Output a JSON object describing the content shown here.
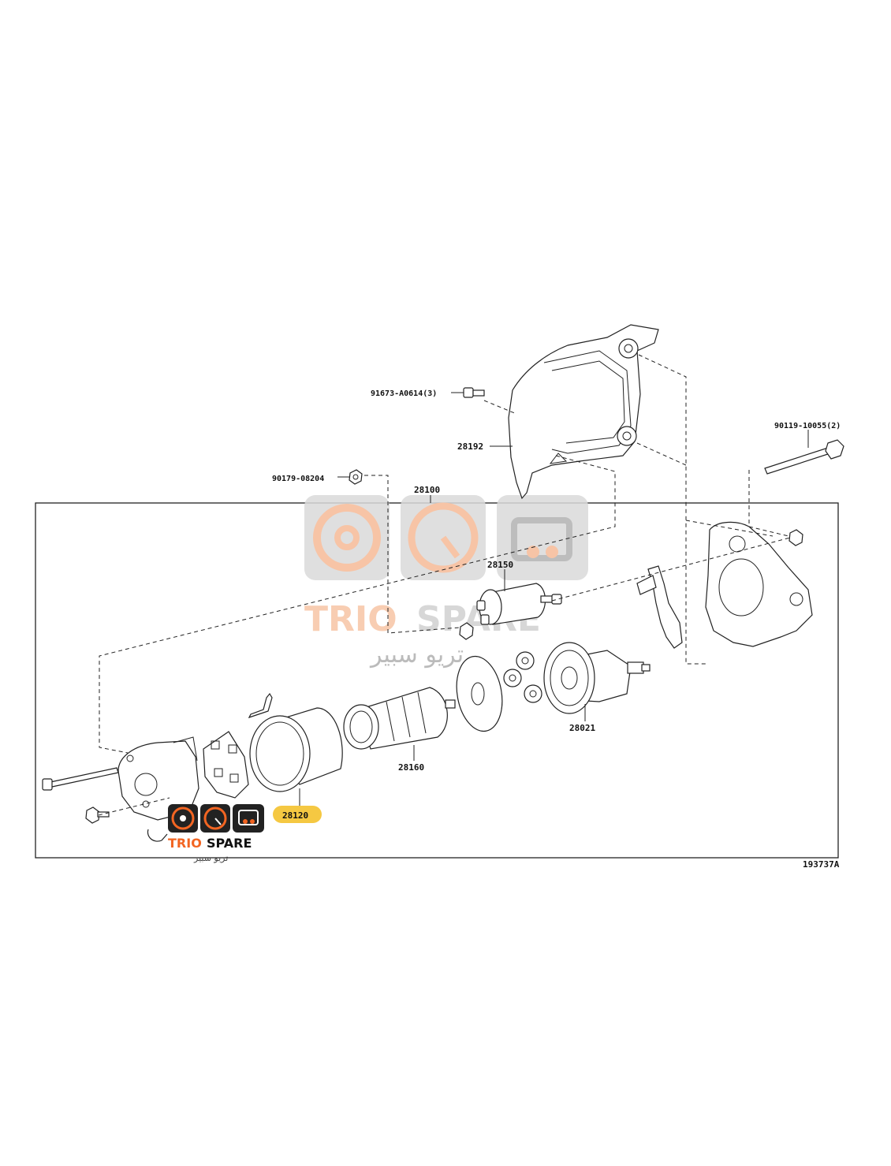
{
  "labels": {
    "bolt_91673": "91673-A0614(3)",
    "cover_28192": "28192",
    "nut_90179": "90179-08204",
    "assembly_28100": "28100",
    "bolt_90119": "90119-10055(2)",
    "solenoid_28150": "28150",
    "gear_assy_28021": "28021",
    "armature_28160": "28160",
    "yoke_28120": "28120",
    "figure_id": "193737A"
  },
  "highlight_color": "#f5c842",
  "watermark": {
    "brand_left": "TRIO",
    "brand_right": "SPARE",
    "brand_arabic": "تريو سبير",
    "accent_color": "#f26522"
  },
  "logo": {
    "brand_left": "TRIO",
    "brand_right": "SPARE",
    "brand_arabic": "تريو سبير"
  }
}
